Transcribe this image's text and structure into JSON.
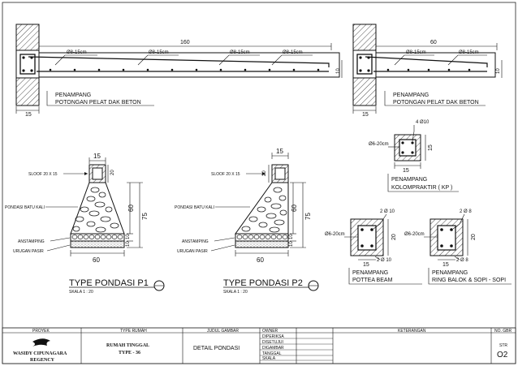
{
  "slab_left": {
    "width_dim": "160",
    "thickness_dim": "10",
    "wall_dim": "15",
    "rebar_labels": [
      "Ø8-15cm",
      "Ø8-15cm",
      "Ø8-15cm",
      "Ø8-15cm"
    ],
    "caption_line1": "PENAMPANG",
    "caption_line2": "POTONGAN PELAT DAK BETON"
  },
  "slab_right": {
    "width_dim": "60",
    "thickness_dim": "10",
    "wall_dim": "15",
    "rebar_labels": [
      "Ø8-15cm",
      "Ø8-15cm"
    ],
    "caption_line1": "PENAMPANG",
    "caption_line2": "POTONGAN PELAT DAK BETON"
  },
  "pondasi_p1": {
    "top_dim": "15",
    "sloof_dim": "20",
    "sloof_label": "SLOOF 20 X 15",
    "batu_label": "PONDASI BATU KALI",
    "anstamping_label": "ANSTAMPING",
    "urugan_label": "URUGAN PASIR",
    "base_dim": "60",
    "height_dim": "60",
    "total_dim": "75",
    "layer_dim1": "10",
    "layer_dim2": "10",
    "title": "TYPE PONDASI P1",
    "scale": "SKALA 1 : 20"
  },
  "pondasi_p2": {
    "top_dim": "15",
    "sloof_dim": "20",
    "sloof_label": "SLOOF 20 X 15",
    "batu_label": "PONDASI BATU KALI",
    "anstamping_label": "ANSTAMPING",
    "urugan_label": "URUGAN PASIR",
    "base_dim": "60",
    "height_dim": "60",
    "total_dim": "75",
    "layer_dim1": "10",
    "layer_dim2": "10",
    "title": "TYPE PONDASI P2",
    "scale": "SKALA 1 : 20"
  },
  "kolom_praktis": {
    "top_label": "4 Ø10",
    "stirrup_label": "Ø6-20cm",
    "height_dim": "15",
    "width_dim": "15",
    "caption_line1": "PENAMPANG",
    "caption_line2": "KOLOMPRAKTIR ( KP )"
  },
  "pottea_beam": {
    "top_label": "2 Ø 10",
    "stirrup_label": "Ø6-20cm",
    "height_dim": "20",
    "width_dim": "15",
    "bottom_label": "2 Ø 10",
    "caption_line1": "PENAMPANG",
    "caption_line2": "POTTEA BEAM"
  },
  "ring_balok": {
    "top_label": "2 Ø 8",
    "stirrup_label": "Ø6-20cm",
    "height_dim": "20",
    "width_dim": "15",
    "bottom_label": "2 Ø 8",
    "caption_line1": "PENAMPANG",
    "caption_line2": "RING BALOK & SOPI - SOPI"
  },
  "title_block": {
    "proyek_header": "PROYEK",
    "proyek_value_line1": "WASIDY CIPUNAGARA",
    "proyek_value_line2": "REGENCY",
    "tipe_header": "TYPE RUMAH",
    "tipe_value_line1": "RUMAH TINGGAL",
    "tipe_value_line2": "TYPE - 36",
    "judul_header": "JUDUL GAMBAR",
    "judul_value": "DETAIL PONDASI",
    "owner_rows": [
      "OWNER",
      "DIPERIKSA",
      "DISETUJUI",
      "DIGAMBAR",
      "TANGGAL",
      "SKALA"
    ],
    "keterangan_header": "KETERANGAN",
    "no_header": "NO. GBR",
    "str_label": "STR",
    "no_value": "O2"
  }
}
